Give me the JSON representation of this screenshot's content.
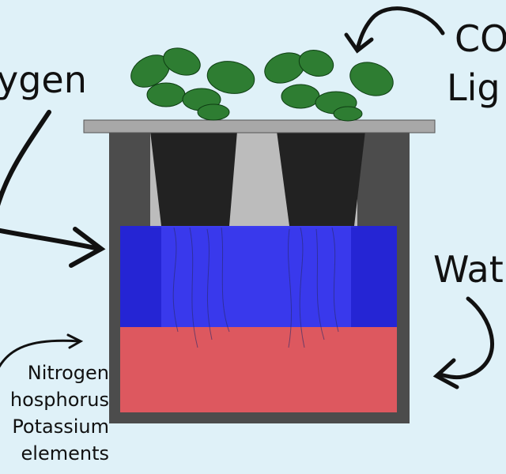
{
  "labels": {
    "oxygen": "ygen",
    "co2": "CO",
    "light": "Lig",
    "water": "Wat",
    "nutrients": [
      "Nitrogen",
      "hosphorus",
      "Potassium",
      "elements"
    ]
  },
  "colors": {
    "background": "#dff1f8",
    "water_layer": "#1f1fd6",
    "nutrient_layer": "#d9484f",
    "container": "#4b4b4b",
    "pot": "#222222",
    "leaf": "#2e7d32"
  },
  "icons": [
    "arrow-left-icon",
    "arrow-down-icon",
    "leaf-icon"
  ]
}
